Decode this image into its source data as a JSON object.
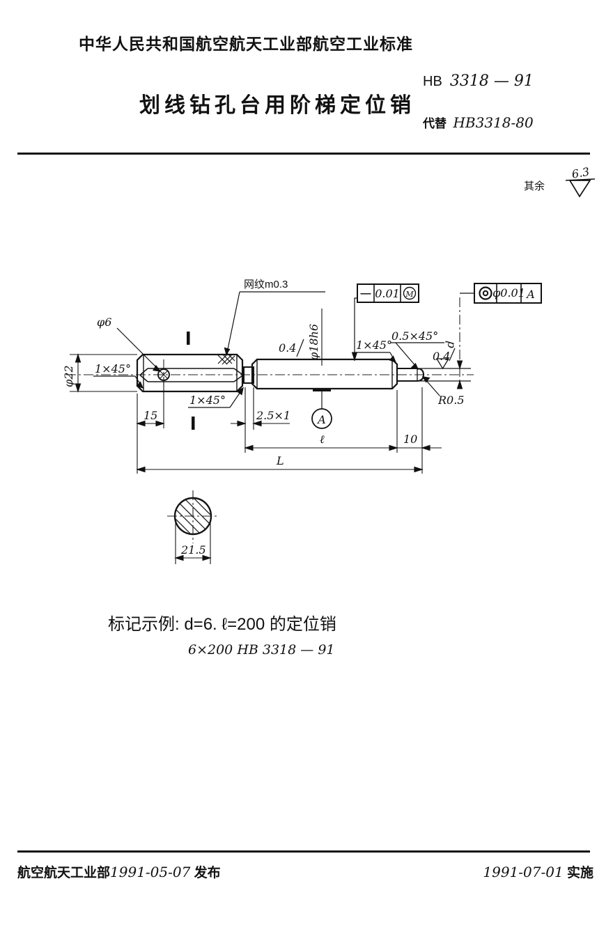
{
  "page": {
    "header": {
      "org_line": "中华人民共和国航空航天工业部航空工业标准",
      "title": "划线钻孔台用阶梯定位销",
      "standard_prefix": "HB",
      "standard_no": "3318 — 91",
      "replaces_label": "代替",
      "replaces_no": "HB3318-80"
    },
    "surface_note": {
      "label": "其余",
      "roughness": "6.3"
    },
    "drawing": {
      "labels": {
        "knurl": "网纹m0.3",
        "hole_dia": "φ6",
        "head_dia": "φ22",
        "chamfer_left": "1×45°",
        "chamfer_mid": "1×45°",
        "chamfer_right": "1×45°",
        "chamfer_pin": "0.5×45°",
        "shaft_dia": "φ18h6",
        "roughness_shaft": "0.4",
        "roughness_pin": "0.4",
        "groove": "2.5×1",
        "radius_pin": "R0.5",
        "pin_dia": "d",
        "datum": "A",
        "dim_15": "15",
        "dim_l": "ℓ",
        "dim_10": "10",
        "dim_L": "L",
        "dim_flats": "21.5"
      },
      "tolerances": {
        "straightness": {
          "symbol": "—",
          "value": "0.01",
          "modifier": "M"
        },
        "concentricity": {
          "value": "φ0.01",
          "datum": "A"
        }
      }
    },
    "marking_example": {
      "line1": "标记示例: d=6. ℓ=200 的定位销",
      "line2": "6×200  HB 3318 — 91"
    },
    "footer": {
      "issuer": "航空航天工业部",
      "publish_date": "1991-05-07",
      "publish_label": "发布",
      "implement_date": "1991-07-01",
      "implement_label": "实施"
    }
  }
}
